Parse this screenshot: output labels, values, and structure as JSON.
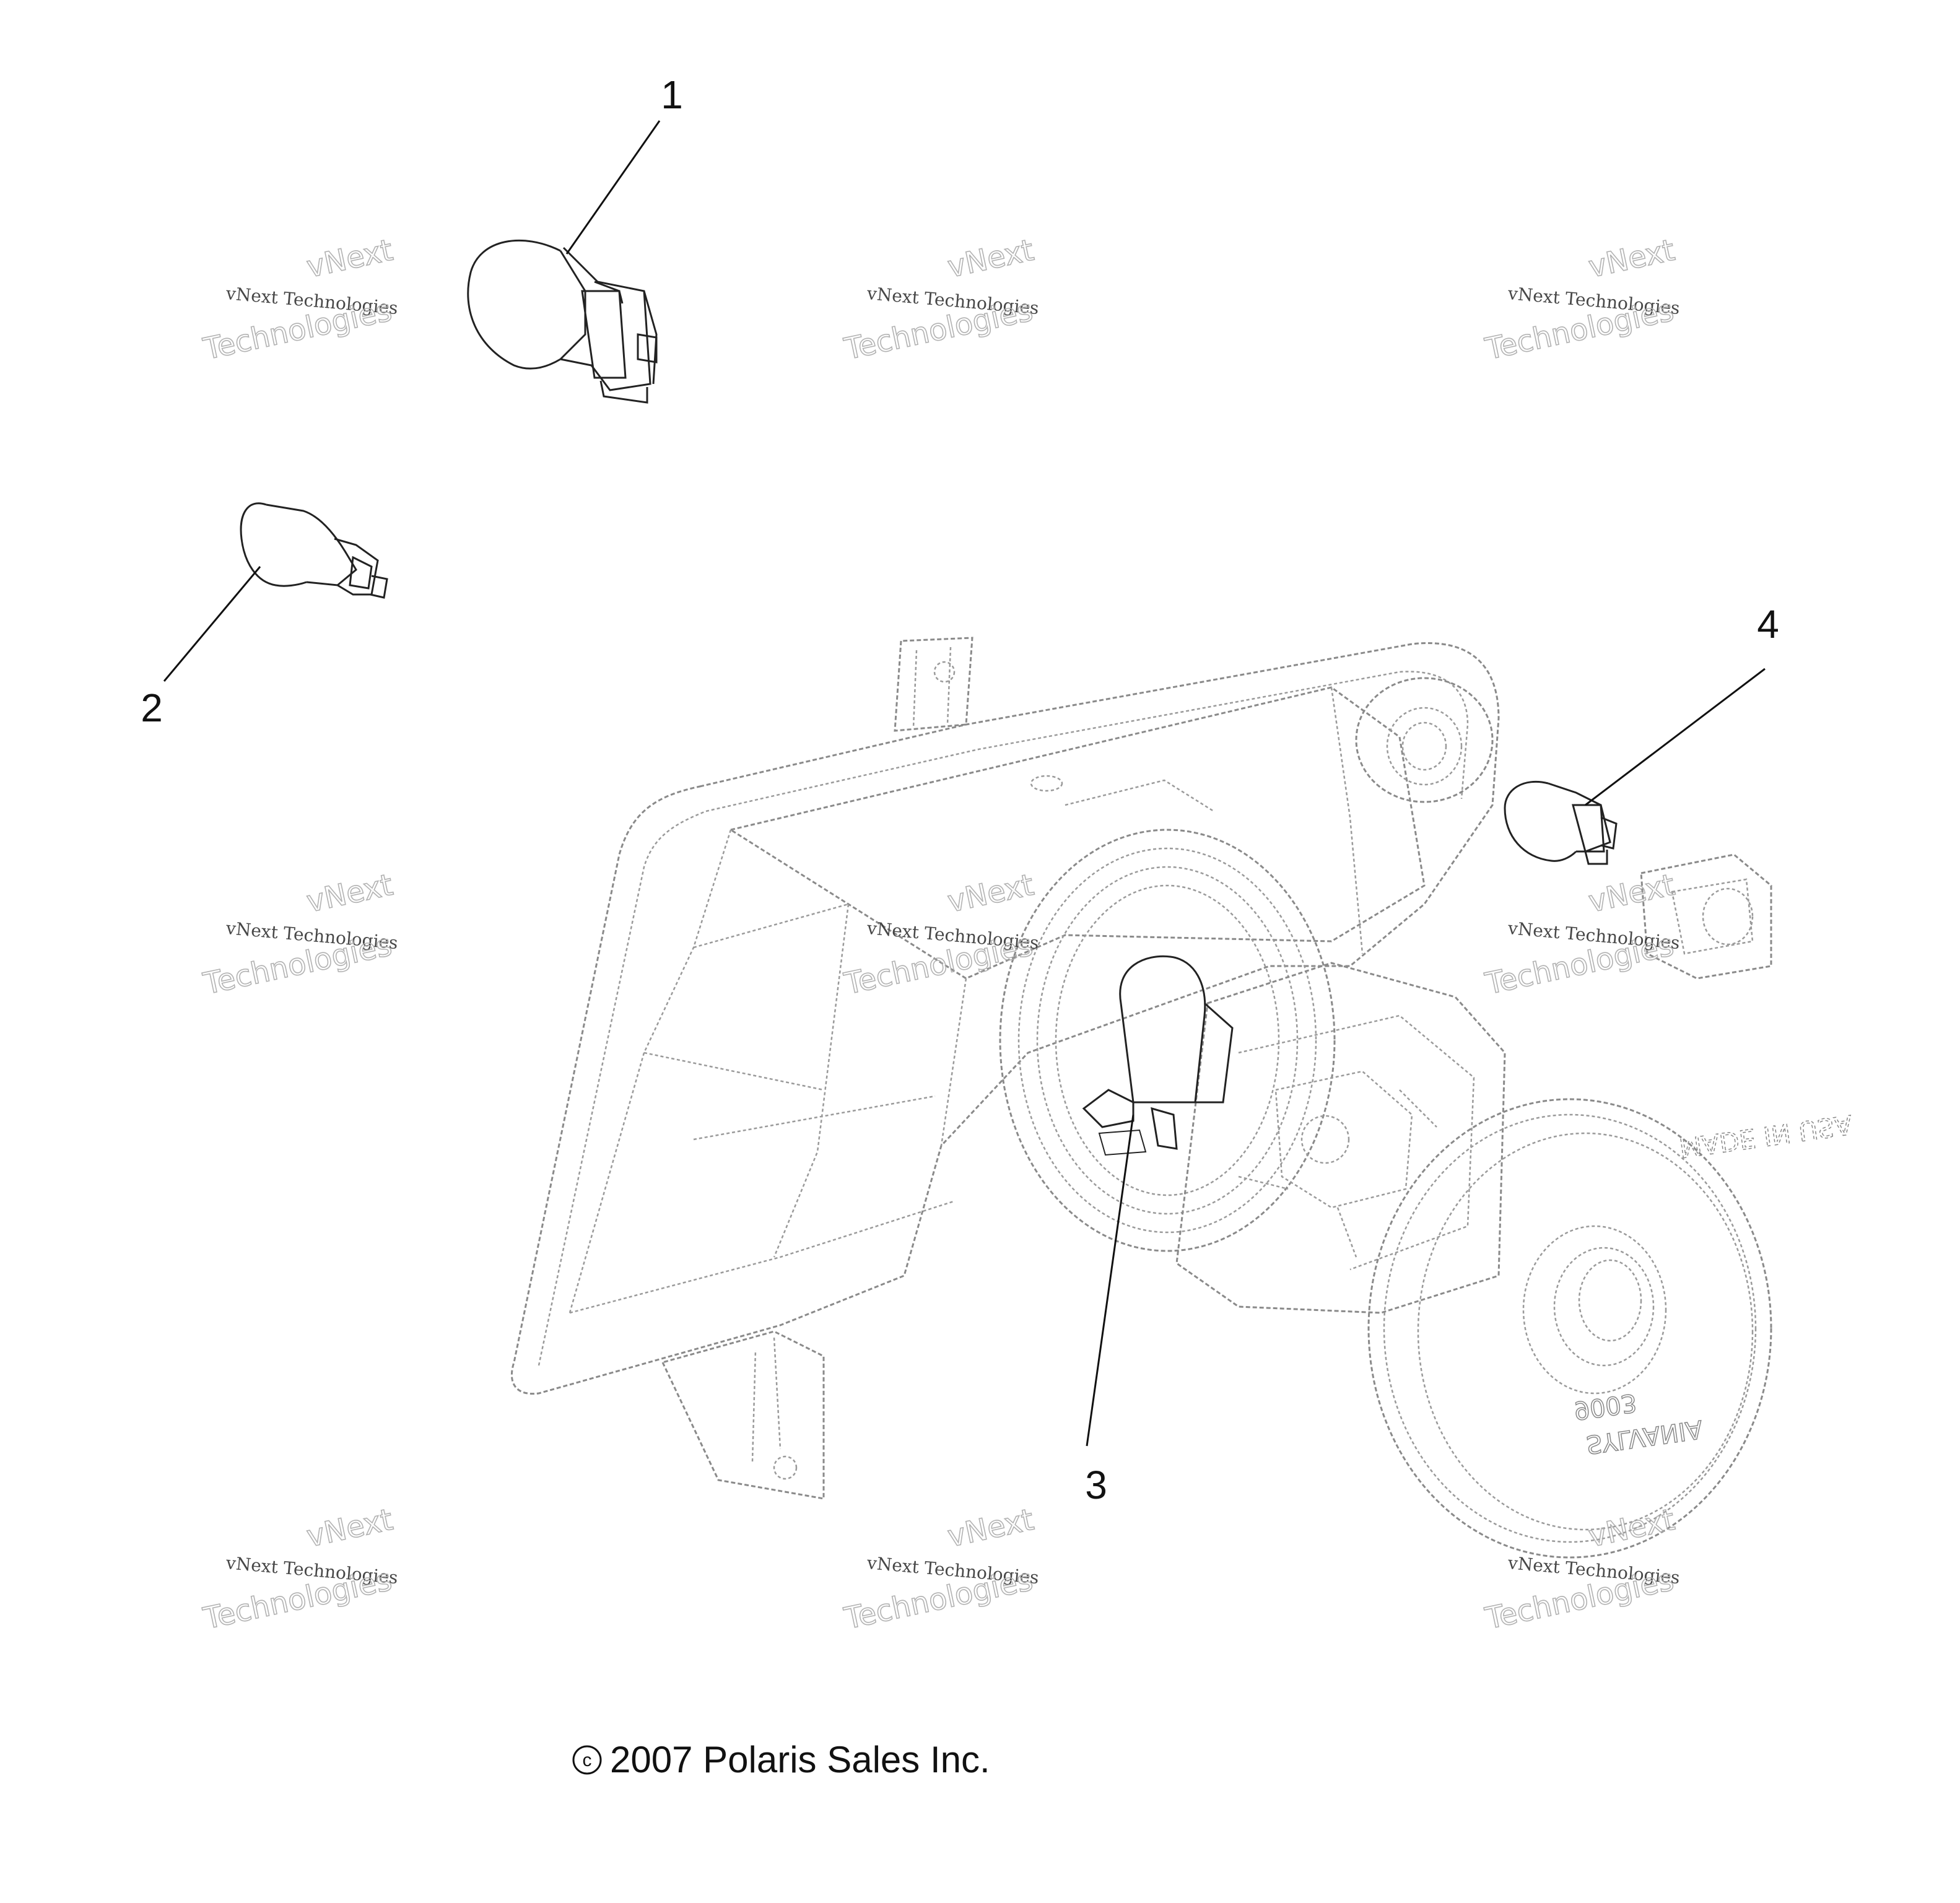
{
  "callouts": [
    {
      "id": "1",
      "label": "1"
    },
    {
      "id": "2",
      "label": "2"
    },
    {
      "id": "3",
      "label": "3"
    },
    {
      "id": "4",
      "label": "4"
    }
  ],
  "watermark": {
    "line1": "vNext",
    "line2": "vNext Technologies",
    "line3": "Technologies"
  },
  "lens_text": {
    "line1": "MADE IN USA",
    "line2": "9003",
    "line3": "SYLVANIA"
  },
  "copyright": {
    "symbol": "c",
    "text": "2007 Polaris Sales Inc."
  }
}
